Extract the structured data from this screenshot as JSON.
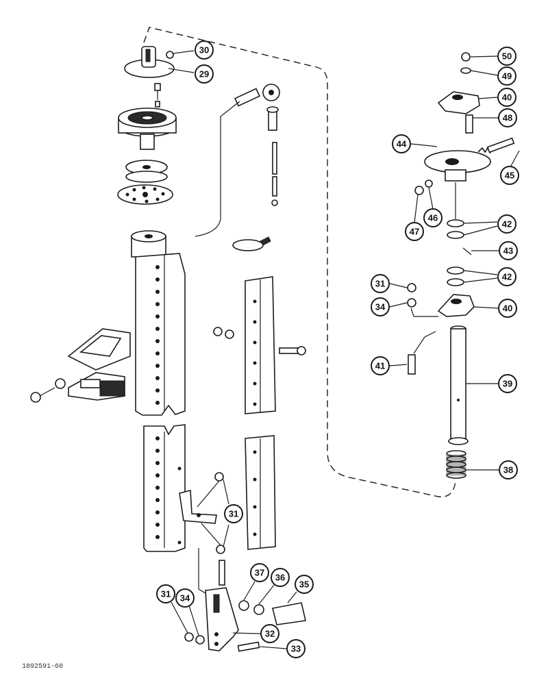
{
  "callouts": {
    "c30": "30",
    "c29": "29",
    "c50": "50",
    "c49": "49",
    "c40a": "40",
    "c48": "48",
    "c44": "44",
    "c45": "45",
    "c47": "47",
    "c46": "46",
    "c42a": "42",
    "c43": "43",
    "c42b": "42",
    "c31a": "31",
    "c34a": "34",
    "c40b": "40",
    "c41": "41",
    "c39": "39",
    "c38": "38",
    "c31b": "31",
    "c37": "37",
    "c36": "36",
    "c35": "35",
    "c31c": "31",
    "c34b": "34",
    "c32": "32",
    "c33": "33"
  },
  "reference_code": "1892591-60"
}
